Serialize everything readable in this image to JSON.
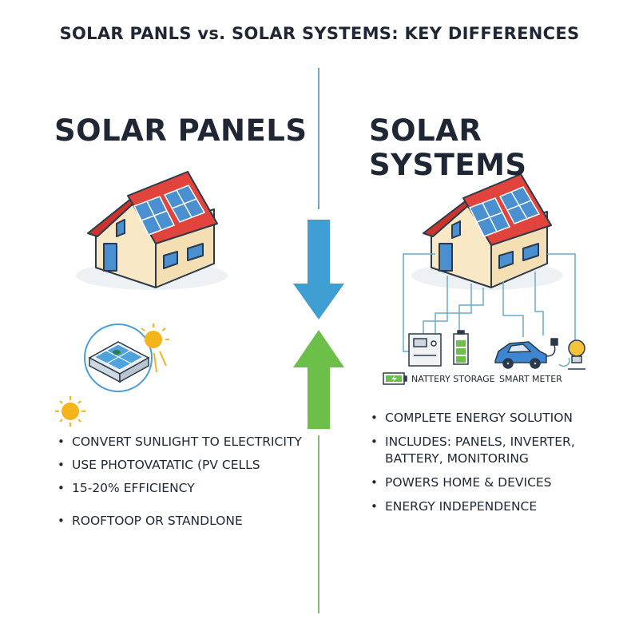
{
  "title": "SOLAR PANLS vs. SOLAR SYSTEMS: KEY DIFFERENCES",
  "left": {
    "heading": "SOLAR PANELS",
    "bullets": [
      "CONVERT SUNLIGHT TO ELECTRICITY",
      "USE PHOTOVATATIC (PV CELLS",
      "15-20% EFFICIENCY",
      "ROOFTOOP OR STANDLONE"
    ]
  },
  "right": {
    "heading": "SOLAR SYSTEMS",
    "captions": {
      "battery": "ΝATTERY STORAGE",
      "meter": "SMART METER"
    },
    "bullets": [
      "COMPLETE ENERGY SOLUTION",
      "INCLUDES: PANELS, INVERTER, BATTERY, MONITORING",
      "POWERS HOME & DEVICES",
      "ENERGY INDEPENDENCE"
    ]
  },
  "colors": {
    "divider_top": "#6aaac8",
    "divider_bottom": "#7fbf6a",
    "arrow_down": "#3f9ed2",
    "arrow_up": "#6cc04a",
    "roof": "#e0443c",
    "wall": "#f8e8c6",
    "panel": "#4a8fd0",
    "sun": "#f5b41a",
    "wire": "#6aaac8"
  },
  "icons": [
    "house-icon",
    "solar-panel-icon",
    "sun-icon",
    "inverter-icon",
    "battery-icon",
    "car-icon",
    "lightbulb-icon",
    "arrow-down-icon",
    "arrow-up-icon"
  ]
}
